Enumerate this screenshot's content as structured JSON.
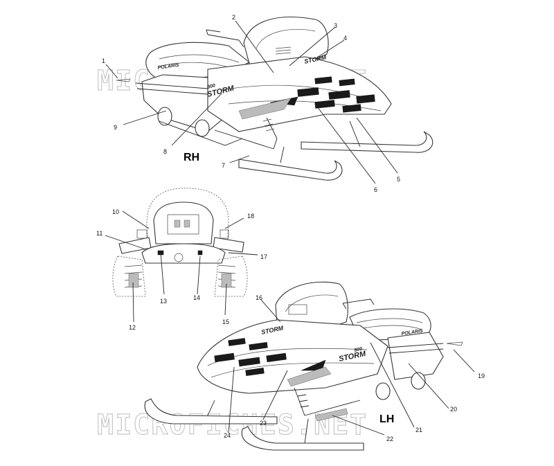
{
  "watermark": "MICROFICHES.NET",
  "views": {
    "rh": "RH",
    "lh": "LH"
  },
  "decals": {
    "brand": "POLARIS",
    "model": "STORM",
    "model_number": "800"
  },
  "callouts": [
    {
      "id": "1",
      "text": "1"
    },
    {
      "id": "2",
      "text": "2"
    },
    {
      "id": "3",
      "text": "3"
    },
    {
      "id": "4",
      "text": "4"
    },
    {
      "id": "5",
      "text": "5"
    },
    {
      "id": "6",
      "text": "6"
    },
    {
      "id": "7",
      "text": "7"
    },
    {
      "id": "8",
      "text": "8"
    },
    {
      "id": "9",
      "text": "9"
    },
    {
      "id": "10",
      "text": "10"
    },
    {
      "id": "11",
      "text": "11"
    },
    {
      "id": "12",
      "text": "12"
    },
    {
      "id": "13",
      "text": "13"
    },
    {
      "id": "14",
      "text": "14"
    },
    {
      "id": "15",
      "text": "15"
    },
    {
      "id": "16",
      "text": "16"
    },
    {
      "id": "17",
      "text": "17"
    },
    {
      "id": "18",
      "text": "18"
    },
    {
      "id": "19",
      "text": "19"
    },
    {
      "id": "20",
      "text": "20"
    },
    {
      "id": "21",
      "text": "21"
    },
    {
      "id": "22",
      "text": "22"
    },
    {
      "id": "23",
      "text": "23"
    },
    {
      "id": "24",
      "text": "24"
    }
  ]
}
